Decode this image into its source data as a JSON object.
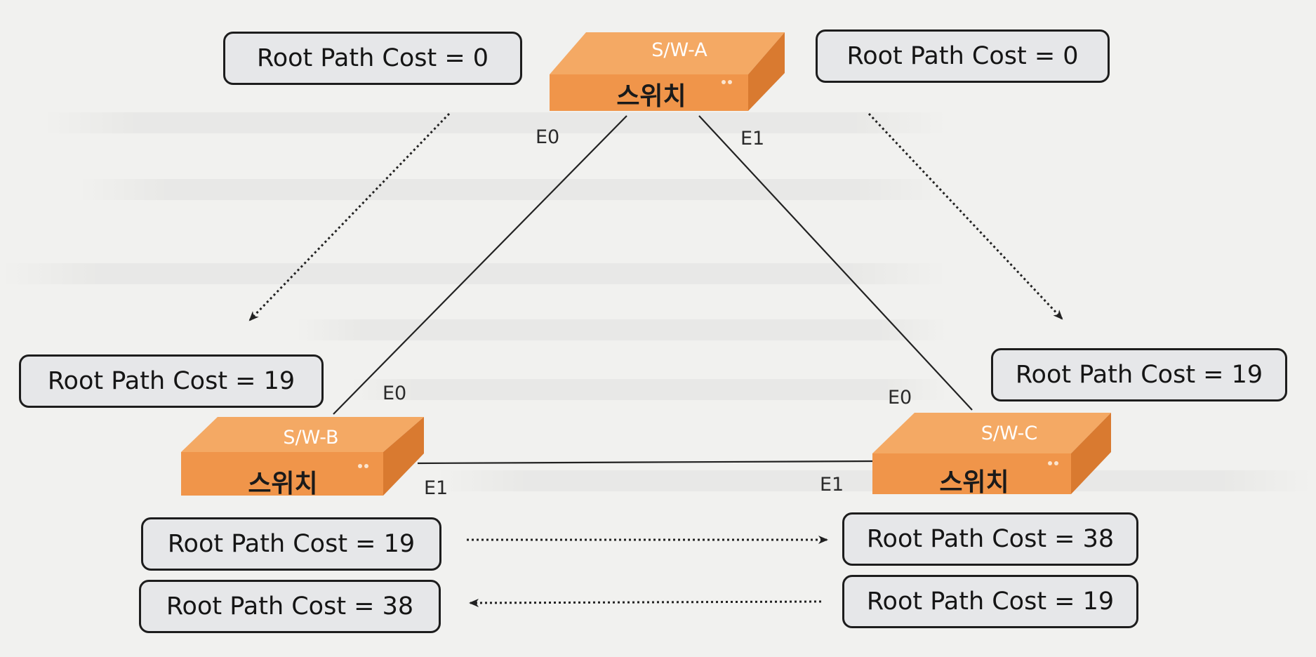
{
  "switches": {
    "a": {
      "name": "S/W-A",
      "label": "스위치"
    },
    "b": {
      "name": "S/W-B",
      "label": "스위치"
    },
    "c": {
      "name": "S/W-C",
      "label": "스위치"
    }
  },
  "ports": {
    "a_e0": "E0",
    "a_e1": "E1",
    "b_e0": "E0",
    "b_e1": "E1",
    "c_e0": "E0",
    "c_e1": "E1"
  },
  "costs": {
    "a_left": "Root Path Cost = 0",
    "a_right": "Root Path Cost = 0",
    "b_received_from_a": "Root Path Cost = 19",
    "c_received_from_a": "Root Path Cost = 19",
    "b_sent_to_c": "Root Path Cost = 19",
    "c_received_from_b": "Root Path Cost = 38",
    "b_received_from_c": "Root Path Cost = 38",
    "c_sent_to_b": "Root Path Cost = 19"
  },
  "colors": {
    "switch_front": "#f0954a",
    "switch_top": "#f4a964",
    "switch_side": "#d97a30",
    "box_fill": "#e6e7e9",
    "line": "#222222"
  }
}
